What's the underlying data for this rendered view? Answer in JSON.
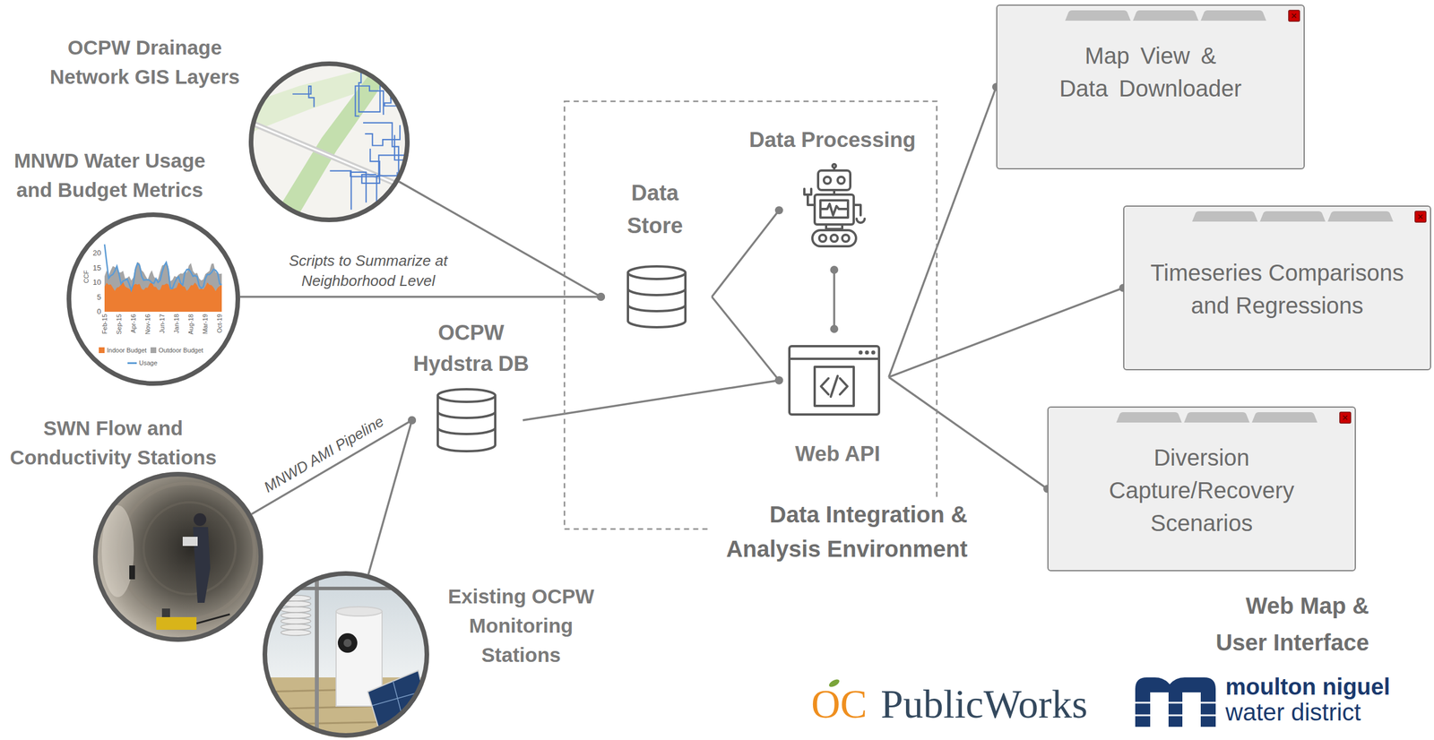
{
  "diagram": {
    "nodes": [
      {
        "text": [
          "OCPW Drainage Network GIS Layers"
        ]
      },
      {
        "text": [
          "MNWD Water Usage and Budget Metrics"
        ]
      },
      {
        "text": [
          "SWN Flow and Conductivity Stations"
        ]
      },
      {
        "text": [
          "Existing OCPW Monitoring Stations"
        ]
      },
      {
        "text": [
          "OCPW Hydstra DB"
        ]
      },
      {
        "text": [
          "Data Integration & Analysis Environment"
        ]
      },
      {
        "text": [
          "Data Store"
        ],
        "in": 5
      },
      {
        "text": [
          "Data Processing"
        ],
        "in": 5
      },
      {
        "text": [
          "Web API"
        ],
        "in": 5
      },
      {
        "text": [
          "Map View & Data Downloader"
        ]
      },
      {
        "text": [
          "Timeseries Comparisons and Regressions"
        ]
      },
      {
        "text": [
          "Diversion Capture/Recovery Scenarios"
        ]
      }
    ],
    "edges": [
      {
        "from": 0,
        "to": 6,
        "arrow": "none"
      },
      {
        "from": 1,
        "to": 6,
        "label": "Scripts to Summarize at Neighborhood Level",
        "arrow": "none"
      },
      {
        "from": 2,
        "to": 4,
        "label": "MNWD AMI Pipeline",
        "arrow": "none"
      },
      {
        "from": 3,
        "to": 4,
        "arrow": "none"
      },
      {
        "from": 4,
        "to": 8,
        "arrow": "none"
      },
      {
        "from": 6,
        "to": 7,
        "arrow": "none"
      },
      {
        "from": 6,
        "to": 8,
        "arrow": "none"
      },
      {
        "from": 7,
        "to": 8,
        "arrow": "none"
      },
      {
        "from": 8,
        "to": 9,
        "arrow": "none"
      },
      {
        "from": 8,
        "to": 10,
        "arrow": "none"
      },
      {
        "from": 8,
        "to": 11,
        "arrow": "none"
      }
    ],
    "labels": [
      "Web Map & User Interface",
      "0",
      "5",
      "10",
      "15",
      "20",
      "CCF",
      "Feb-15",
      "Sep-15",
      "Apr-16",
      "Nov-16",
      "Jun-17",
      "Jan-18",
      "Aug-18",
      "Mar-19",
      "Oct-19",
      "OC",
      "PublicWorks",
      "moulton niguel",
      "water district"
    ],
    "legend": [
      {
        "text": "Indoor Budget",
        "color": "#ed7d31"
      },
      {
        "text": "Outdoor Budget",
        "color": "#a5a5a5"
      },
      {
        "text": "Usage"
      }
    ]
  }
}
